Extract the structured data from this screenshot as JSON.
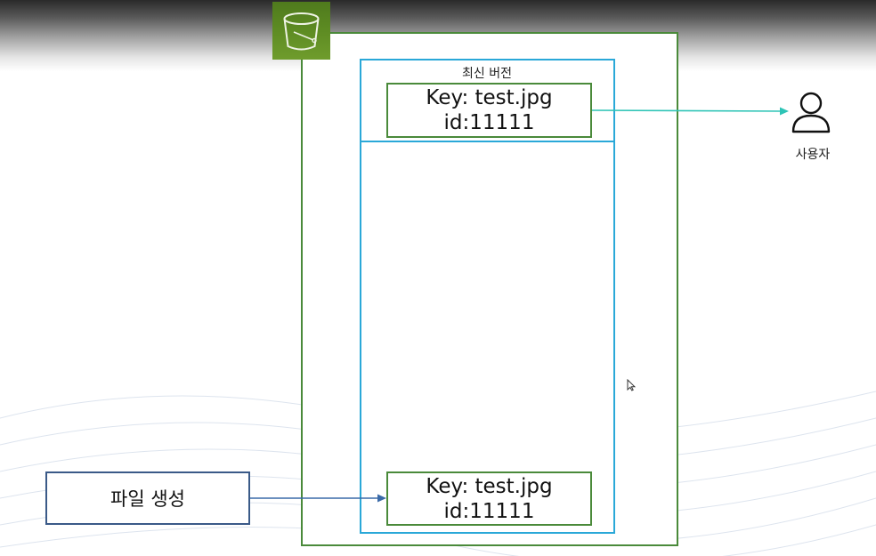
{
  "latest_version_label": "최신 버전",
  "user_label": "사용자",
  "top_object": {
    "key": "Key: test.jpg",
    "id": "id:11111"
  },
  "bottom_object": {
    "key": "Key: test.jpg",
    "id": "id:11111"
  },
  "create_file_label": "파일 생성",
  "icons": {
    "bucket": "s3-bucket-icon",
    "user": "user-icon",
    "cursor": "mouse-pointer-icon"
  },
  "colors": {
    "bucket_border": "#4a8a3a",
    "version_stack_border": "#2aa8d8",
    "create_box_border": "#3a5a88",
    "user_arrow": "#2ec4b6",
    "create_arrow": "#3a6aa8",
    "bucket_tile": "#5c8a22"
  }
}
